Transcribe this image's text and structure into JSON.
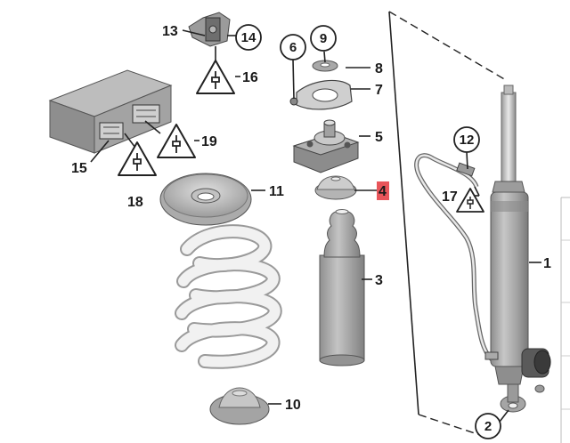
{
  "diagram": {
    "highlight_color": "#e8555a",
    "part_color": "#a9a9a9",
    "callouts": [
      {
        "id": "p1",
        "label": "1",
        "style": "plain"
      },
      {
        "id": "p2",
        "label": "2",
        "style": "circle"
      },
      {
        "id": "p3",
        "label": "3",
        "style": "plain"
      },
      {
        "id": "p4",
        "label": "4",
        "style": "highlight"
      },
      {
        "id": "p5",
        "label": "5",
        "style": "plain"
      },
      {
        "id": "p6",
        "label": "6",
        "style": "circle"
      },
      {
        "id": "p7",
        "label": "7",
        "style": "plain"
      },
      {
        "id": "p8",
        "label": "8",
        "style": "plain"
      },
      {
        "id": "p9",
        "label": "9",
        "style": "circle"
      },
      {
        "id": "p10",
        "label": "10",
        "style": "plain"
      },
      {
        "id": "p11",
        "label": "11",
        "style": "plain"
      },
      {
        "id": "p12",
        "label": "12",
        "style": "circle"
      },
      {
        "id": "p13",
        "label": "13",
        "style": "plain"
      },
      {
        "id": "p14",
        "label": "14",
        "style": "circle"
      },
      {
        "id": "p15",
        "label": "15",
        "style": "plain"
      },
      {
        "id": "p16",
        "label": "16",
        "style": "plain"
      },
      {
        "id": "p17",
        "label": "17",
        "style": "plain"
      },
      {
        "id": "p18",
        "label": "18",
        "style": "plain"
      },
      {
        "id": "p19",
        "label": "19",
        "style": "plain"
      }
    ],
    "warning_icons": [
      "electrical-warning-icon"
    ]
  }
}
